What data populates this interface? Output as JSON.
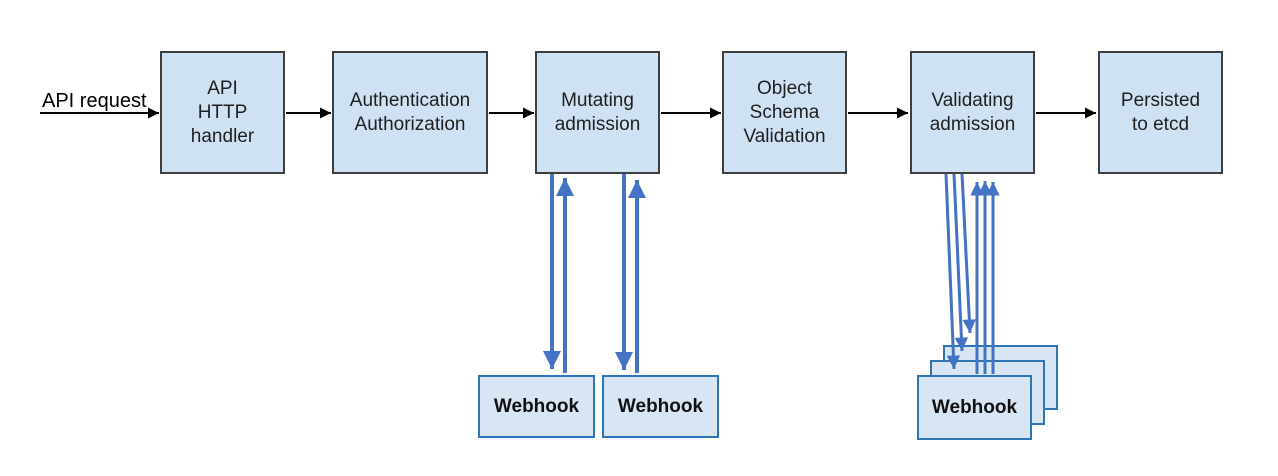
{
  "diagram": {
    "request_label": "API request",
    "nodes": [
      {
        "lines": [
          "API",
          "HTTP",
          "handler"
        ]
      },
      {
        "lines": [
          "Authentication",
          "Authorization"
        ]
      },
      {
        "lines": [
          "Mutating",
          "admission"
        ]
      },
      {
        "lines": [
          "Object",
          "Schema",
          "Validation"
        ]
      },
      {
        "lines": [
          "Validating",
          "admission"
        ]
      },
      {
        "lines": [
          "Persisted",
          "to etcd"
        ]
      }
    ],
    "mutating_webhooks": [
      {
        "label": "Webhook"
      },
      {
        "label": "Webhook"
      }
    ],
    "validating_webhooks": [
      {
        "label": "Webhook"
      },
      {
        "label": "Webhook"
      },
      {
        "label": "Webhook"
      }
    ],
    "colors": {
      "node_fill": "#cfe2f3",
      "node_border": "#3f3f3f",
      "webhook_fill": "#d8e6f4",
      "webhook_border": "#2e75b6",
      "flow_arrow": "#000000",
      "webhook_arrow": "#4472c4",
      "background": "#ffffff"
    }
  }
}
